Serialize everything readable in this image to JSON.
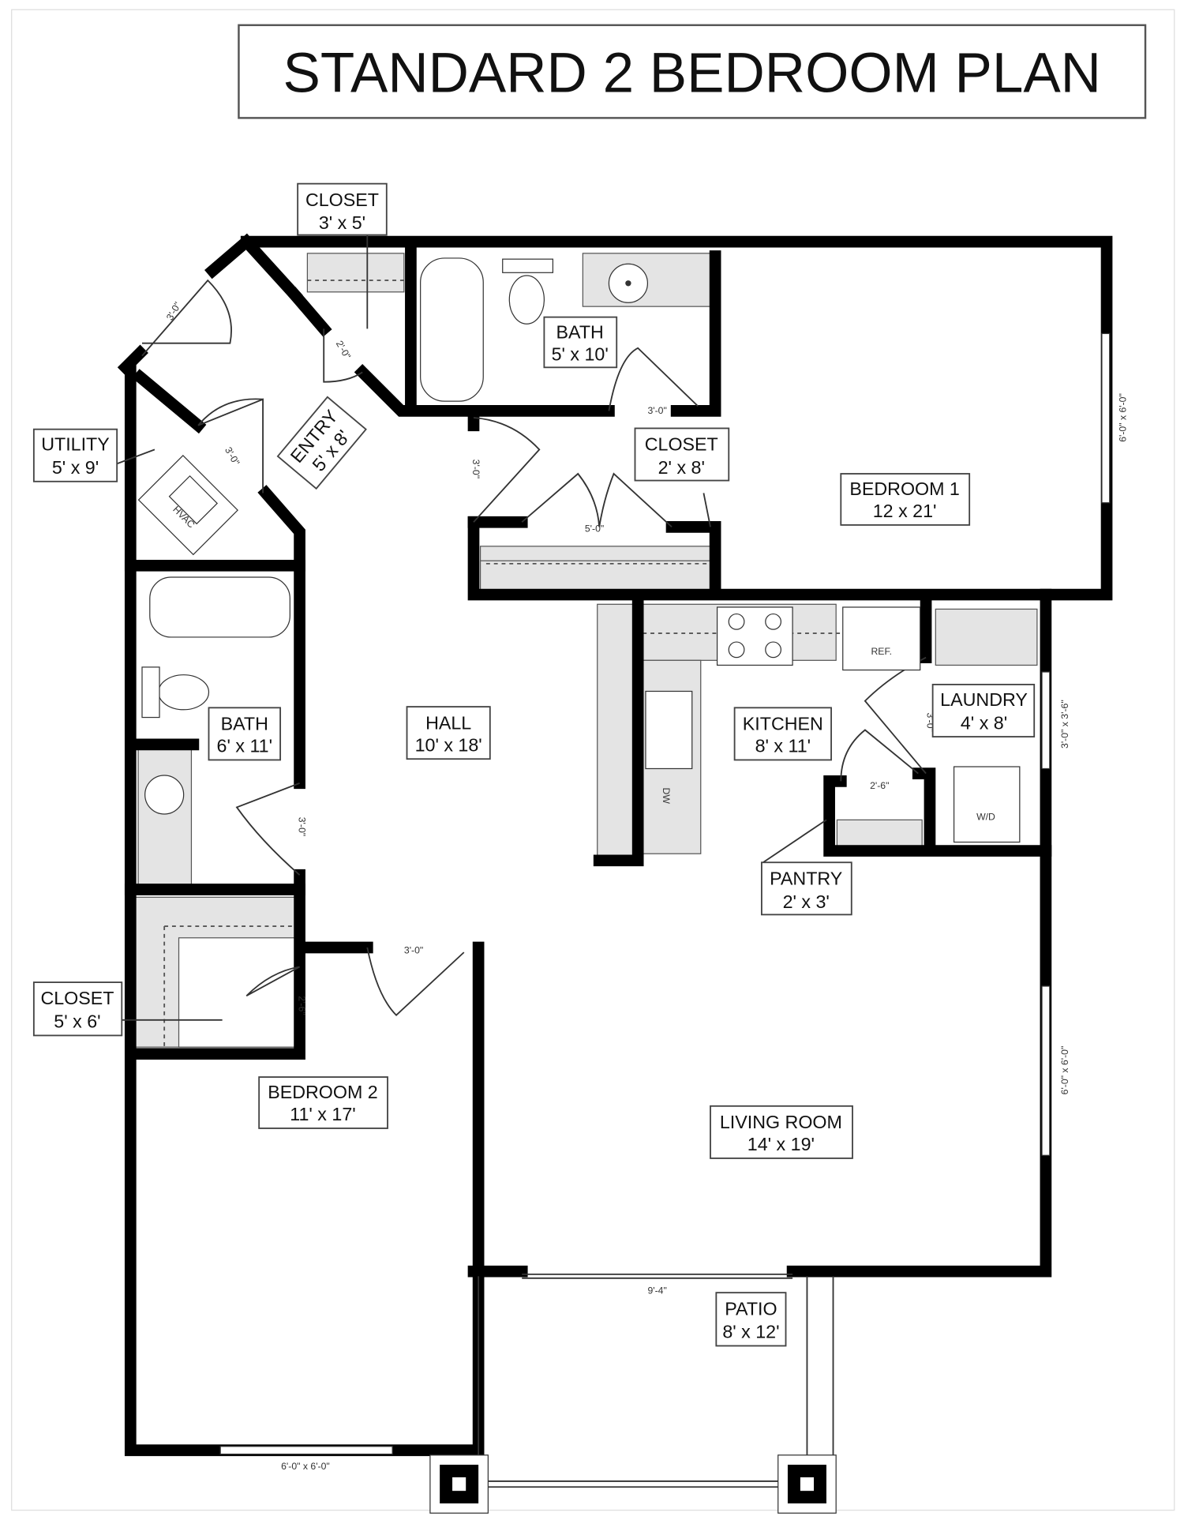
{
  "title": "STANDARD 2 BEDROOM PLAN",
  "rooms": {
    "closet_entry": {
      "name": "CLOSET",
      "size": "3' x 5'"
    },
    "bath1": {
      "name": "BATH",
      "size": "5' x 10'"
    },
    "utility": {
      "name": "UTILITY",
      "size": "5' x 9'"
    },
    "entry": {
      "name": "ENTRY",
      "size": "5' x 8'"
    },
    "closet_bed1": {
      "name": "CLOSET",
      "size": "2' x 8'"
    },
    "bedroom1": {
      "name": "BEDROOM 1",
      "size": "12 x 21'"
    },
    "bath2": {
      "name": "BATH",
      "size": "6' x 11'"
    },
    "hall": {
      "name": "HALL",
      "size": "10' x 18'"
    },
    "kitchen": {
      "name": "KITCHEN",
      "size": "8' x 11'"
    },
    "laundry": {
      "name": "LAUNDRY",
      "size": "4' x 8'"
    },
    "pantry": {
      "name": "PANTRY",
      "size": "2' x 3'"
    },
    "closet_bed2": {
      "name": "CLOSET",
      "size": "5' x 6'"
    },
    "bedroom2": {
      "name": "BEDROOM 2",
      "size": "11' x 17'"
    },
    "living": {
      "name": "LIVING ROOM",
      "size": "14' x 19'"
    },
    "patio": {
      "name": "PATIO",
      "size": "8' x 12'"
    }
  },
  "fixtures": {
    "hvac": "HVAC",
    "ref": "REF.",
    "dw": "DW",
    "wd": "W/D"
  },
  "dimensions": {
    "entry_door": "3'-0\"",
    "closet_door": "2'-0\"",
    "utility_door": "3'-0\"",
    "bath1_door": "3'-0\"",
    "bed1_door": "3'-0\"",
    "bifold": "5'-0\"",
    "pantry_door": "2'-6\"",
    "laundry_door": "3'-0\"",
    "bath2_door": "3'-0\"",
    "closet2_door": "2'-6\"",
    "bed2_door": "3'-0\"",
    "patio_door": "9'-4\"",
    "bed1_window": "6'-0\" x 6'-0\"",
    "laundry_window": "3'-0\" x 3'-6\"",
    "living_window": "6'-0\" x 6'-0\"",
    "bed2_window": "6'-0\" x 6'-0\""
  }
}
